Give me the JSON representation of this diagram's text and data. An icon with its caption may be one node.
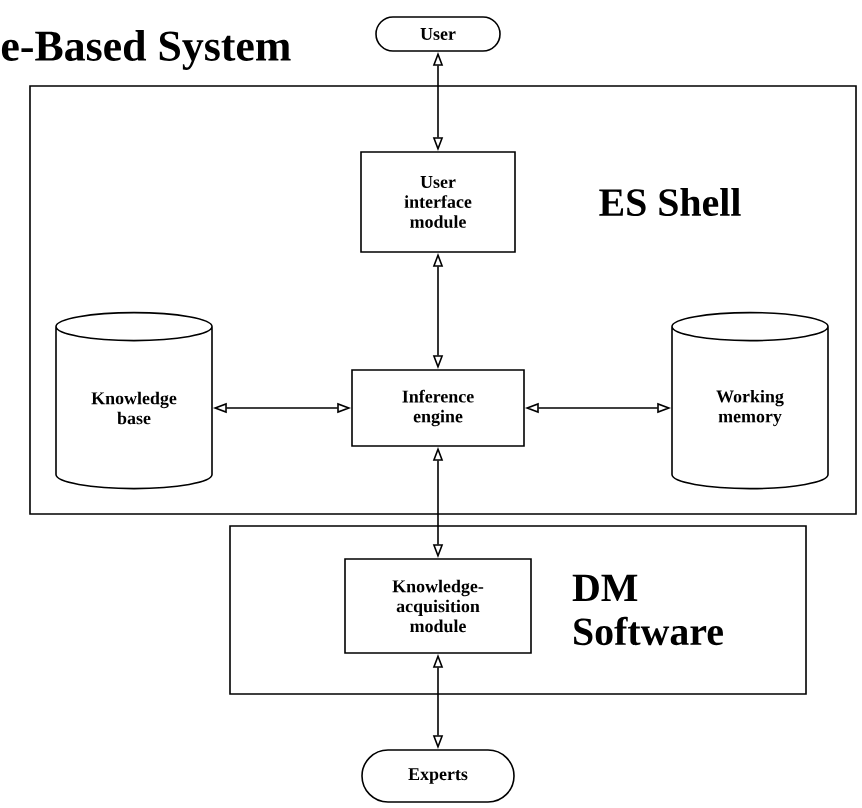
{
  "diagram": {
    "title": "e-Based System",
    "nodes": [
      {
        "text": [
          "User"
        ]
      },
      {
        "text": [
          "ES Shell"
        ]
      },
      {
        "text": [
          "User interface module"
        ],
        "in": 1
      },
      {
        "text": [
          "Knowledge base"
        ],
        "in": 1
      },
      {
        "text": [
          "Inference engine"
        ],
        "in": 1
      },
      {
        "text": [
          "Working memory"
        ],
        "in": 1
      },
      {
        "text": [
          "DM Software"
        ]
      },
      {
        "text": [
          "Knowledge-acquisition module"
        ],
        "in": 6
      },
      {
        "text": [
          "Experts"
        ]
      }
    ],
    "edges": [
      {
        "from": 0,
        "to": 2,
        "arrow": "both"
      },
      {
        "from": 2,
        "to": 4,
        "arrow": "both"
      },
      {
        "from": 3,
        "to": 4,
        "arrow": "both"
      },
      {
        "from": 4,
        "to": 5,
        "arrow": "both"
      },
      {
        "from": 4,
        "to": 7,
        "arrow": "both"
      },
      {
        "from": 7,
        "to": 8,
        "arrow": "both"
      }
    ]
  }
}
